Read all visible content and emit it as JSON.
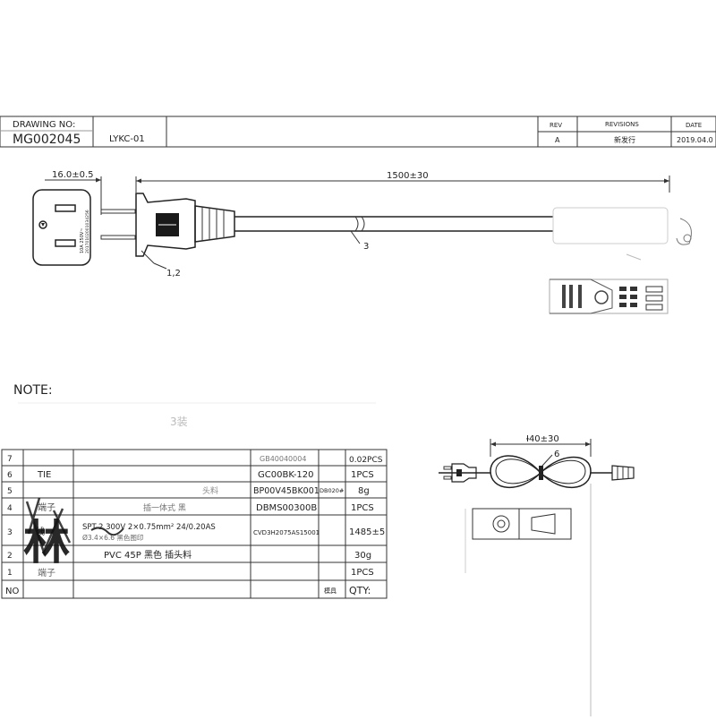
{
  "title_block": {
    "drawing_no_label": "DRAWING NO:",
    "drawing_no": "MG002045",
    "model": "LYKC-01",
    "rev_header": "REV",
    "revisions_header": "REVISIONS",
    "date_header": "DATE",
    "rev": "A",
    "revision_desc": "新发行",
    "date": "2019.04.0"
  },
  "drawing": {
    "plug_width_dim": "16.0±0.5",
    "cable_length_dim": "1500±30",
    "plug_marking_line1": "10A 250V~",
    "plug_marking_line2": "20170102001034256",
    "callout_plug": "1,2",
    "callout_cable": "3",
    "coil_dim": "Ɨ40±30",
    "callout_tie": "6"
  },
  "note": {
    "label": "NOTE:",
    "faded_text": "3装"
  },
  "bom": {
    "rows": [
      {
        "no": "7",
        "name": "",
        "desc": "",
        "code": "GB40040004",
        "extra": "",
        "qty": "0.02PCS"
      },
      {
        "no": "6",
        "name": "TIE",
        "desc": "",
        "code": "GC00BK-120",
        "extra": "",
        "qty": "1PCS"
      },
      {
        "no": "5",
        "name": "",
        "desc": "头料",
        "code": "BP00V45BK001",
        "extra": "DB020#",
        "qty": "8g"
      },
      {
        "no": "4",
        "name": "端子",
        "desc": "插一体式  黑",
        "code": "DBMS00300B",
        "extra": "",
        "qty": "1PCS"
      },
      {
        "no": "3",
        "name": "线",
        "desc": "SPT-2  300V 2×0.75mm² 24/0.20AS",
        "desc2": "Ø3.4×6.6 黑色图印",
        "code": "CVD3H2075AS15001",
        "extra": "",
        "qty": "1485±5"
      },
      {
        "no": "2",
        "name": "",
        "desc": "PVC  45P  黑色  插头料",
        "code": "",
        "extra": "",
        "qty": "30g"
      },
      {
        "no": "1",
        "name": "端子",
        "desc": "",
        "code": "",
        "extra": "",
        "qty": "1PCS"
      }
    ],
    "header": {
      "no": "NO",
      "extra": "模具",
      "qty": "QTY:"
    }
  },
  "stamp": {
    "char": "林"
  }
}
